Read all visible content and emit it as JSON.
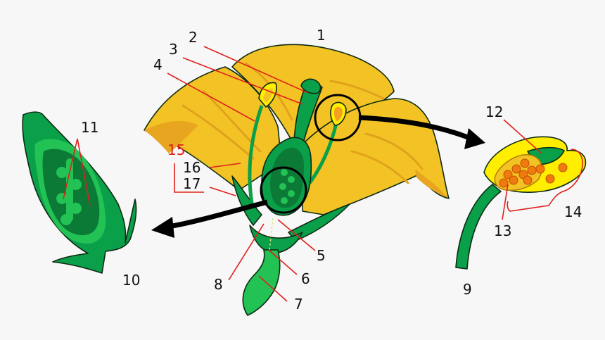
{
  "labels": {
    "l1": "1",
    "l2": "2",
    "l3": "3",
    "l4": "4",
    "l5": "5",
    "l6": "6",
    "l7": "7",
    "l8": "8",
    "l9": "9",
    "l10": "10",
    "l11": "11",
    "l12": "12",
    "l13": "13",
    "l14": "14",
    "l15": "15",
    "l16": "16",
    "l17": "17"
  },
  "colors": {
    "petal": "#f3c325",
    "petal_dark": "#e8a620",
    "green": "#0aa04a",
    "green_light": "#22c255",
    "green_dark": "#0b7a36",
    "anther": "#ffee00",
    "pollen": "#f07a10",
    "leader": "#e0201b"
  }
}
